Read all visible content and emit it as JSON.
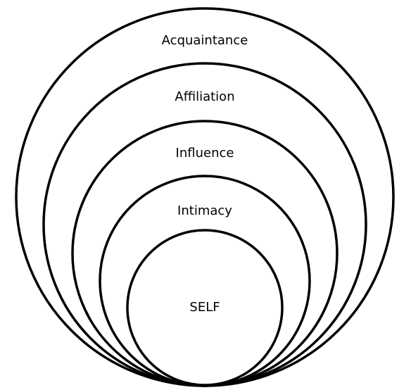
{
  "diagram": {
    "rings": [
      {
        "label": "Acquaintance"
      },
      {
        "label": "Affiliation"
      },
      {
        "label": "Influence"
      },
      {
        "label": "Intimacy"
      },
      {
        "label": "SELF"
      }
    ],
    "stroke_color": "#000000",
    "background": "#ffffff"
  }
}
